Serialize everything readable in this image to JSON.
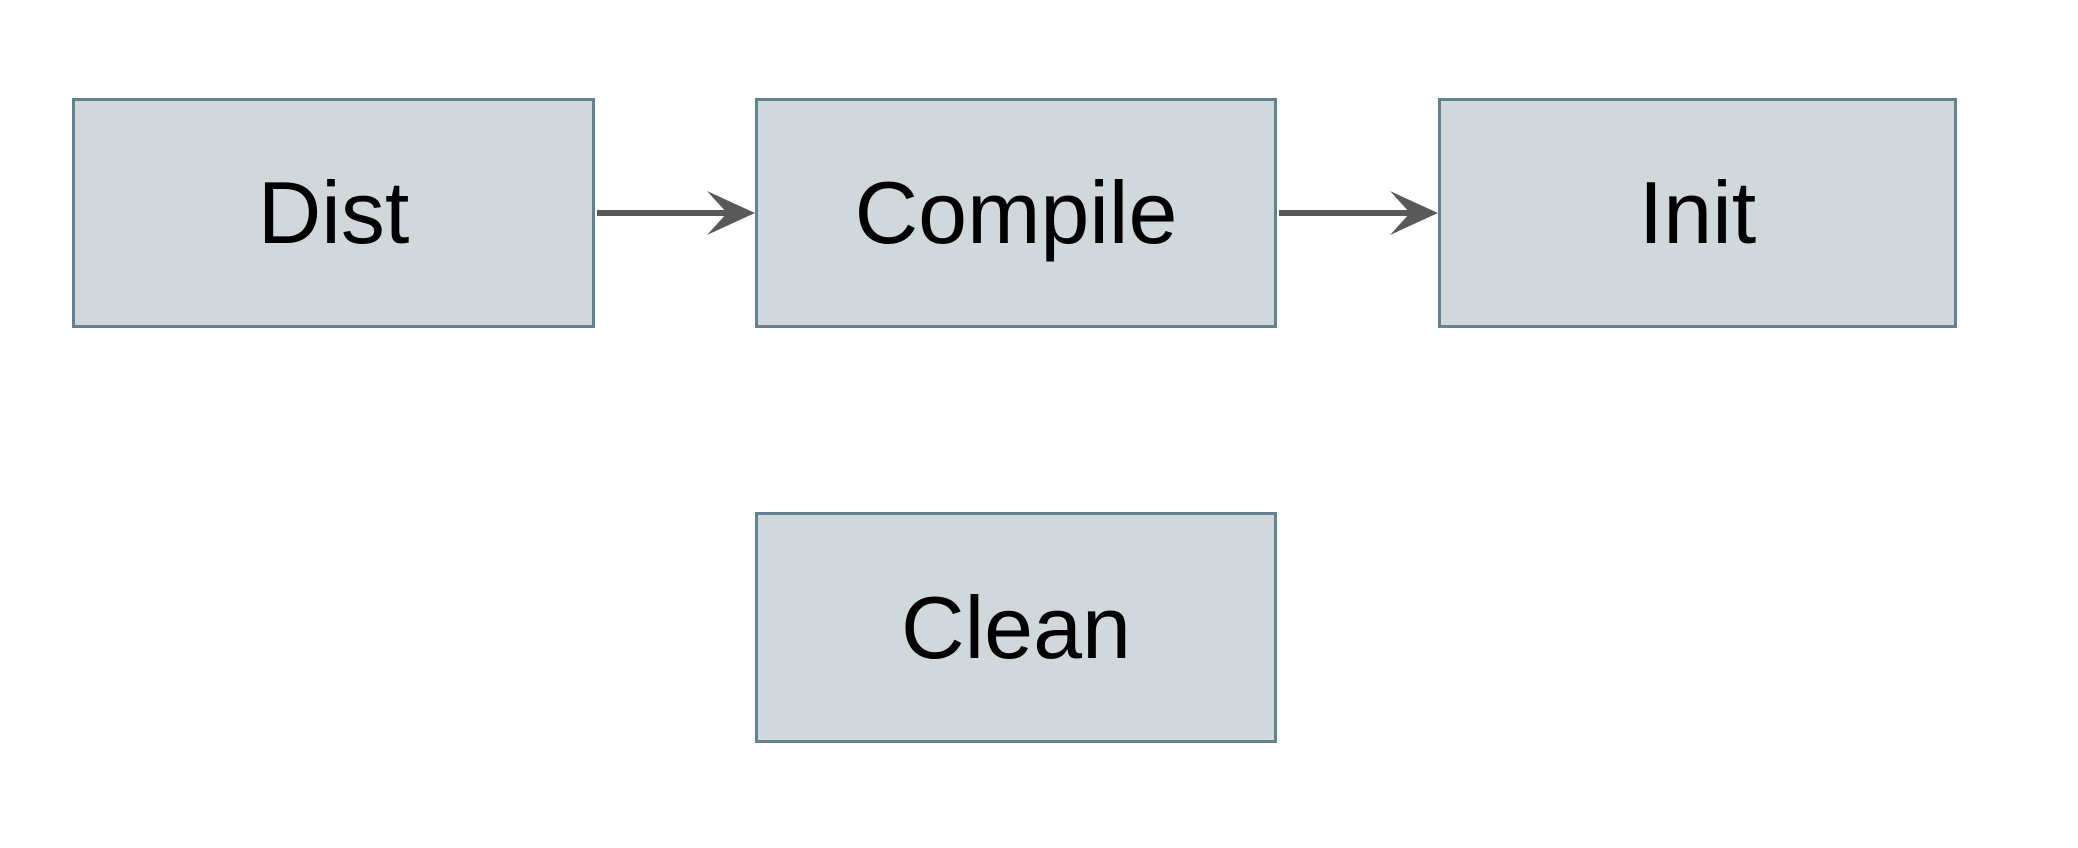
{
  "diagram": {
    "colors": {
      "background": "#ffffff",
      "node_fill": "#d0d8dc",
      "node_border": "#64818f",
      "arrow": "#595959",
      "text": "#000000"
    },
    "nodes": [
      {
        "id": "dist",
        "label": "Dist"
      },
      {
        "id": "compile",
        "label": "Compile"
      },
      {
        "id": "init",
        "label": "Init"
      },
      {
        "id": "clean",
        "label": "Clean"
      }
    ],
    "edges": [
      {
        "from": "dist",
        "to": "compile"
      },
      {
        "from": "compile",
        "to": "init"
      }
    ]
  }
}
